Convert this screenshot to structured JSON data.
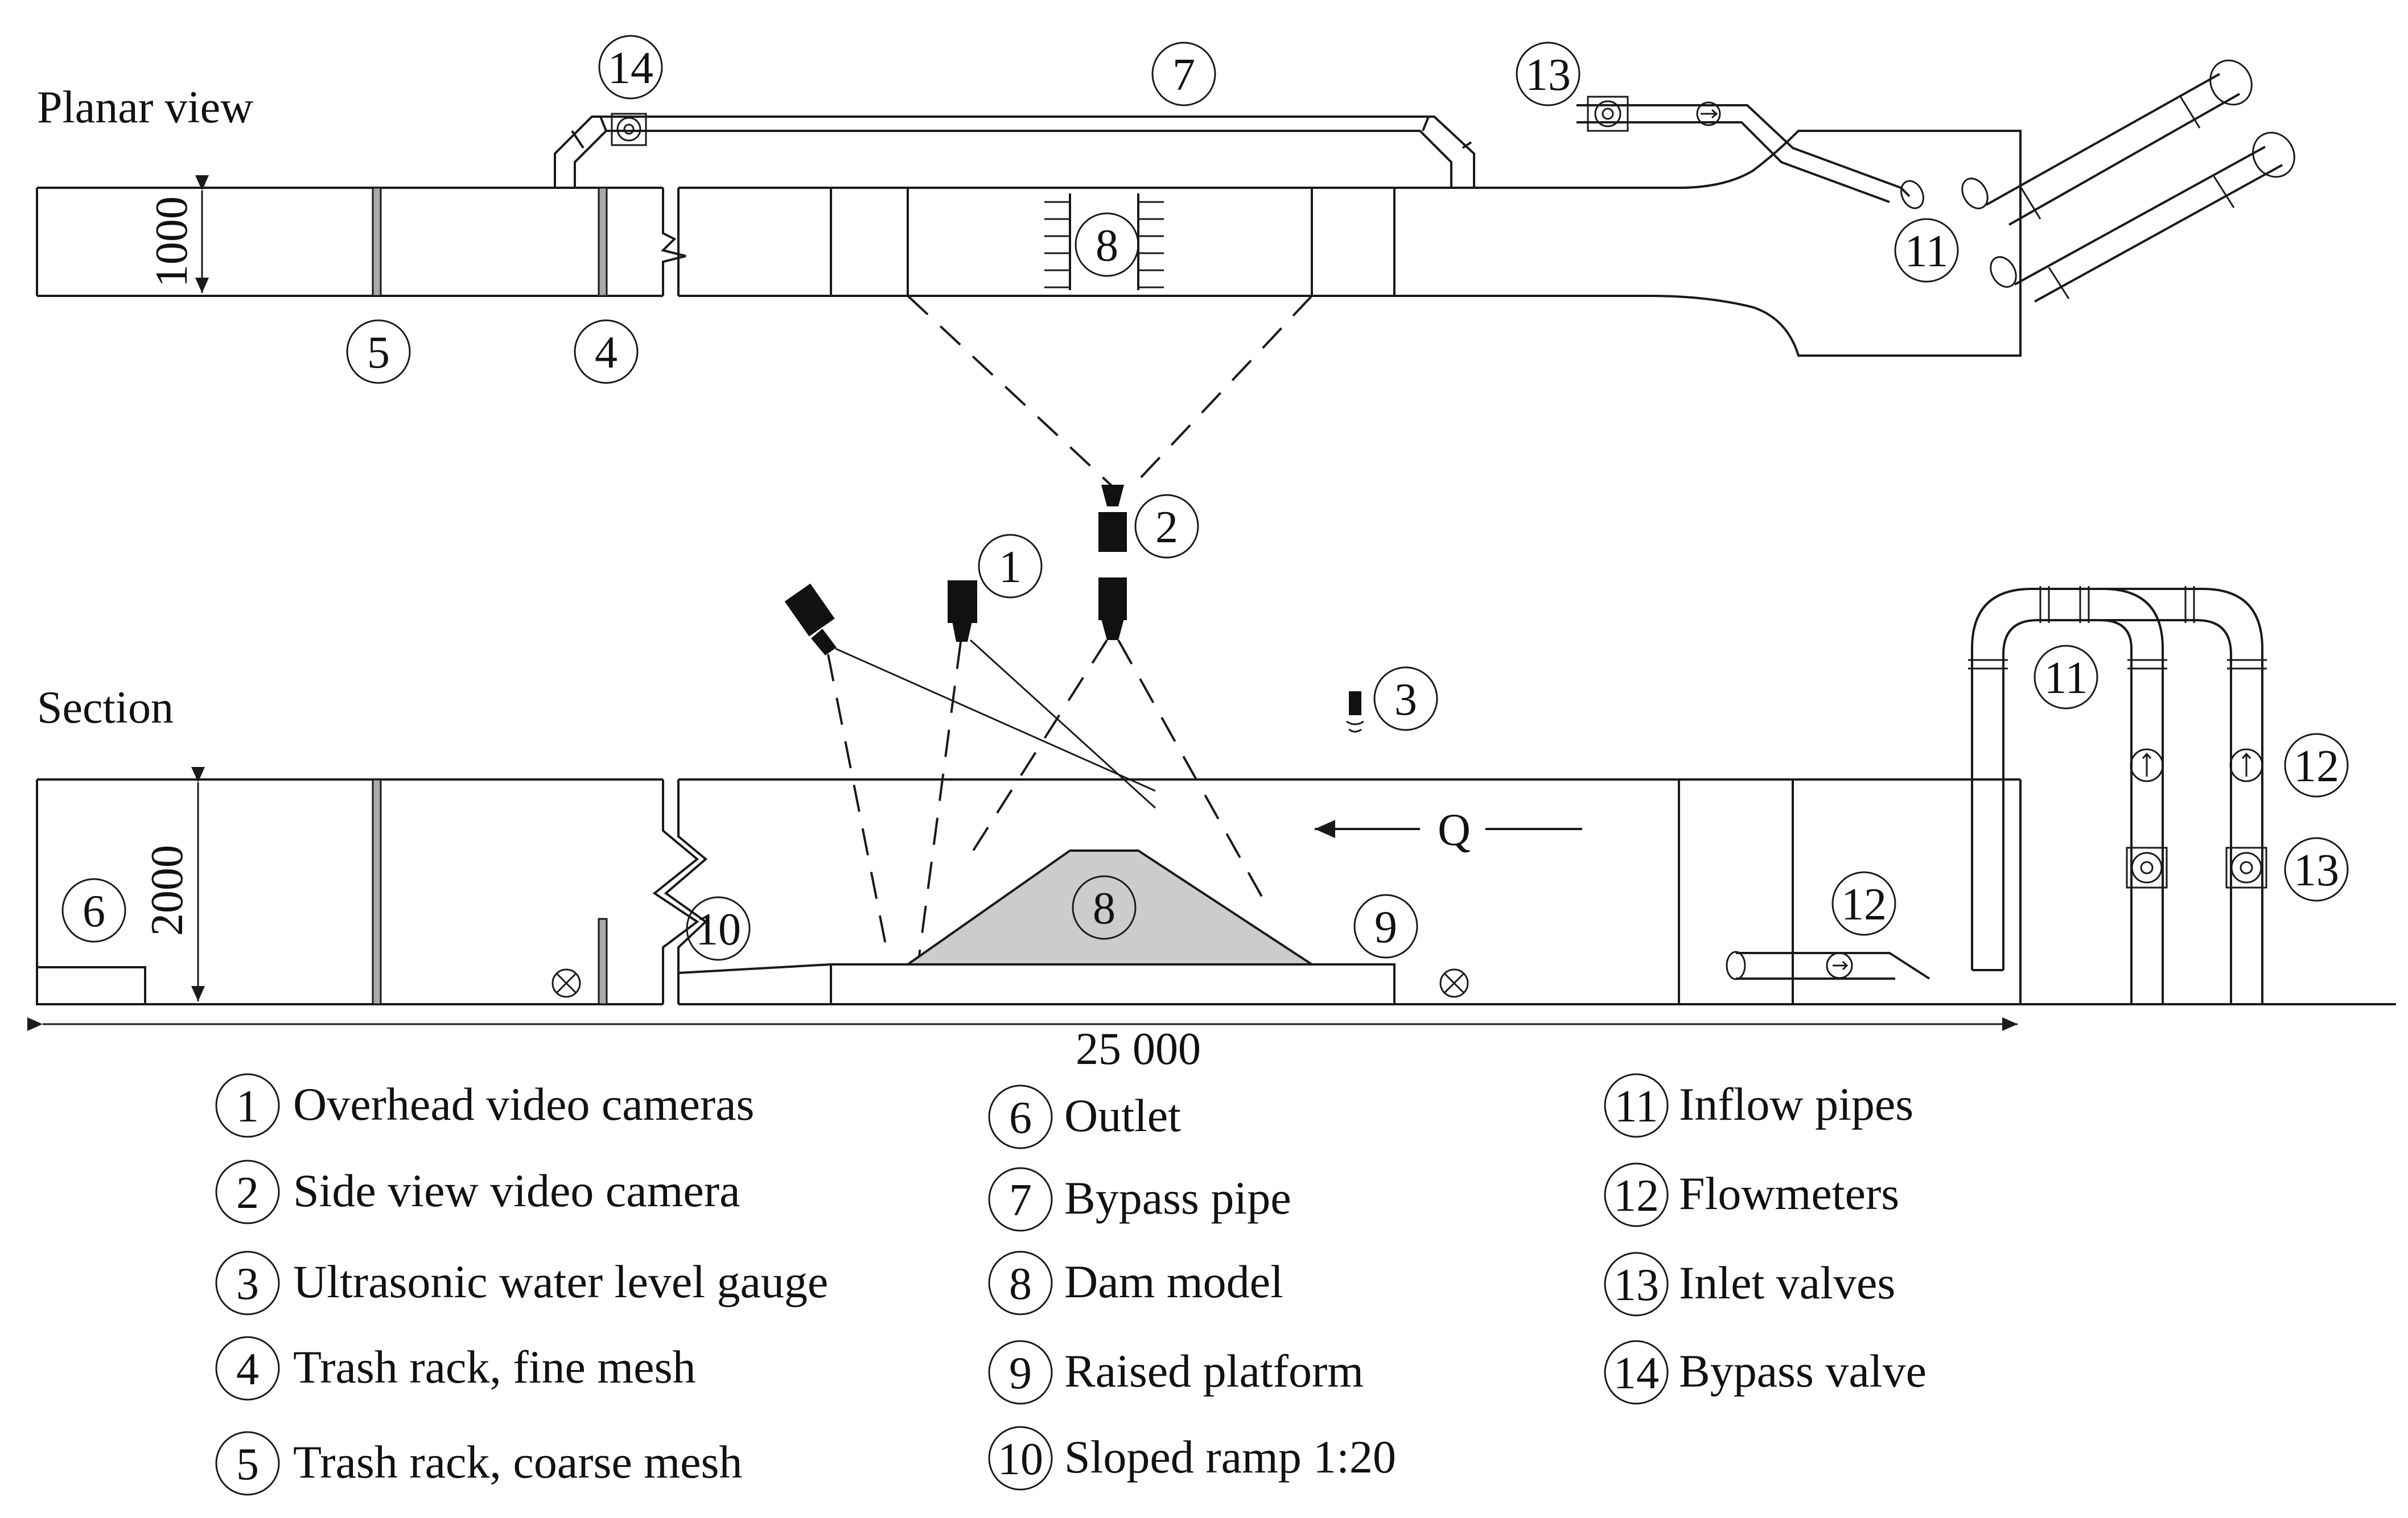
{
  "views": {
    "planar": "Planar view",
    "section": "Section"
  },
  "dimensions": {
    "planar_width": "1000",
    "section_height": "2000",
    "total_length": "25 000"
  },
  "flow_label": "Q",
  "markers": [
    "1",
    "2",
    "3",
    "4",
    "5",
    "6",
    "7",
    "8",
    "9",
    "10",
    "11",
    "12",
    "13",
    "14"
  ],
  "legend": [
    {
      "num": "1",
      "text": "Overhead video cameras"
    },
    {
      "num": "2",
      "text": "Side view video camera"
    },
    {
      "num": "3",
      "text": "Ultrasonic water level gauge"
    },
    {
      "num": "4",
      "text": "Trash rack, fine mesh"
    },
    {
      "num": "5",
      "text": "Trash rack, coarse mesh"
    },
    {
      "num": "6",
      "text": "Outlet"
    },
    {
      "num": "7",
      "text": "Bypass pipe"
    },
    {
      "num": "8",
      "text": "Dam model"
    },
    {
      "num": "9",
      "text": "Raised platform"
    },
    {
      "num": "10",
      "text": "Sloped ramp 1:20"
    },
    {
      "num": "11",
      "text": "Inflow pipes"
    },
    {
      "num": "12",
      "text": "Flowmeters"
    },
    {
      "num": "13",
      "text": "Inlet valves"
    },
    {
      "num": "14",
      "text": "Bypass valve"
    }
  ],
  "colors": {
    "line": "#1a1a1a",
    "dam_fill": "#cccccc",
    "background": "#ffffff"
  }
}
